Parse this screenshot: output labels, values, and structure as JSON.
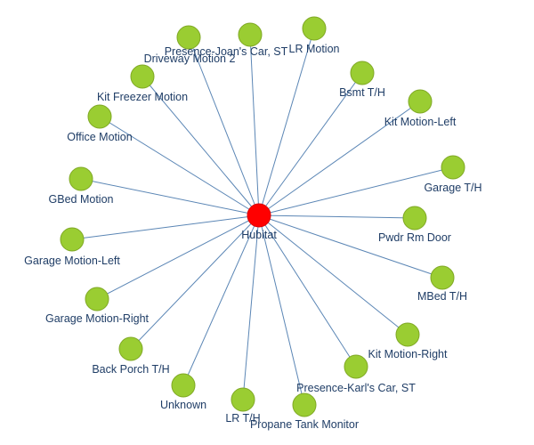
{
  "graph": {
    "hub": {
      "label": "Hubitat",
      "color": "#ff0000"
    },
    "colors": {
      "node": "#9acd32",
      "edge": "#5b86b5",
      "label": "#1f3d66"
    },
    "nodes": [
      {
        "label": "Driveway Motion 2"
      },
      {
        "label": "Presence-Joan's Car, ST"
      },
      {
        "label": "LR Motion"
      },
      {
        "label": "Bsmt T/H"
      },
      {
        "label": "Kit Motion-Left"
      },
      {
        "label": "Garage T/H"
      },
      {
        "label": "Pwdr Rm Door"
      },
      {
        "label": "MBed T/H"
      },
      {
        "label": "Kit Motion-Right"
      },
      {
        "label": "Presence-Karl's Car, ST"
      },
      {
        "label": "Propane Tank Monitor"
      },
      {
        "label": "LR T/H"
      },
      {
        "label": "Unknown"
      },
      {
        "label": "Back Porch T/H"
      },
      {
        "label": "Garage Motion-Right"
      },
      {
        "label": "Garage Motion-Left"
      },
      {
        "label": "GBed Motion"
      },
      {
        "label": "Office Motion"
      },
      {
        "label": "Kit Freezer Motion"
      }
    ]
  }
}
